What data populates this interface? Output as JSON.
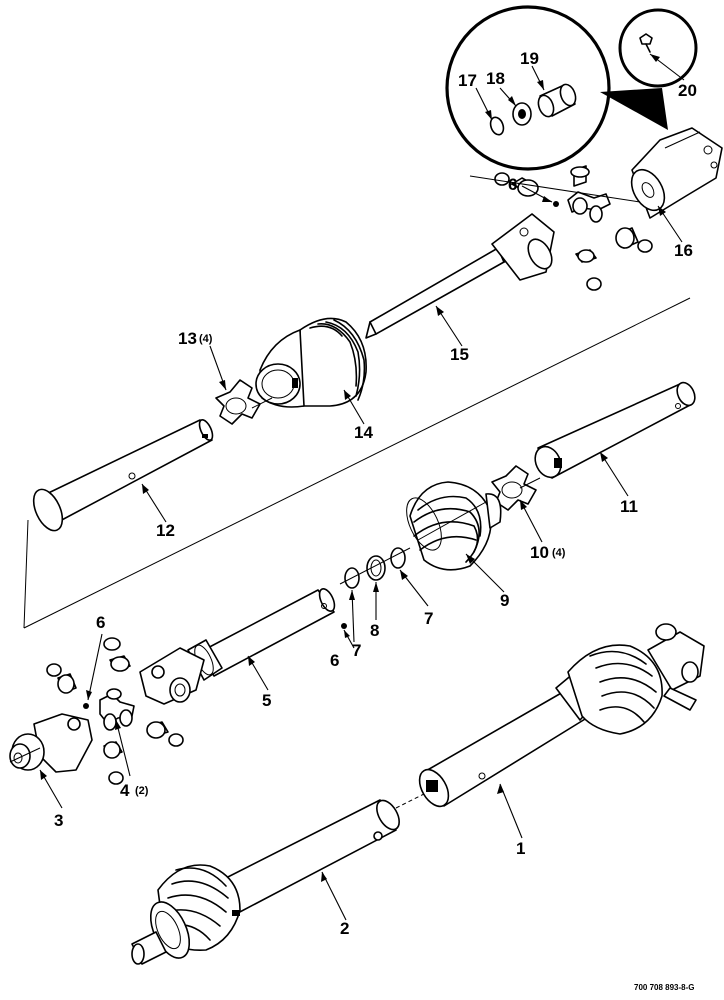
{
  "diagram": {
    "callouts": [
      {
        "id": "c1",
        "number": "1",
        "sub": ""
      },
      {
        "id": "c2",
        "number": "2",
        "sub": ""
      },
      {
        "id": "c3",
        "number": "3",
        "sub": ""
      },
      {
        "id": "c4",
        "number": "4",
        "sub": "(2)"
      },
      {
        "id": "c5",
        "number": "5",
        "sub": ""
      },
      {
        "id": "c6a",
        "number": "6",
        "sub": ""
      },
      {
        "id": "c6b",
        "number": "6",
        "sub": ""
      },
      {
        "id": "c6c",
        "number": "6",
        "sub": ""
      },
      {
        "id": "c7a",
        "number": "7",
        "sub": ""
      },
      {
        "id": "c7b",
        "number": "7",
        "sub": ""
      },
      {
        "id": "c8",
        "number": "8",
        "sub": ""
      },
      {
        "id": "c9",
        "number": "9",
        "sub": ""
      },
      {
        "id": "c10",
        "number": "10",
        "sub": "(4)"
      },
      {
        "id": "c11",
        "number": "11",
        "sub": ""
      },
      {
        "id": "c12",
        "number": "12",
        "sub": ""
      },
      {
        "id": "c13",
        "number": "13",
        "sub": "(4)"
      },
      {
        "id": "c14",
        "number": "14",
        "sub": ""
      },
      {
        "id": "c15",
        "number": "15",
        "sub": ""
      },
      {
        "id": "c16",
        "number": "16",
        "sub": ""
      },
      {
        "id": "c17",
        "number": "17",
        "sub": ""
      },
      {
        "id": "c18",
        "number": "18",
        "sub": ""
      },
      {
        "id": "c19",
        "number": "19",
        "sub": ""
      },
      {
        "id": "c20",
        "number": "20",
        "sub": ""
      }
    ],
    "figure_code": "700 708 893-8-G"
  }
}
